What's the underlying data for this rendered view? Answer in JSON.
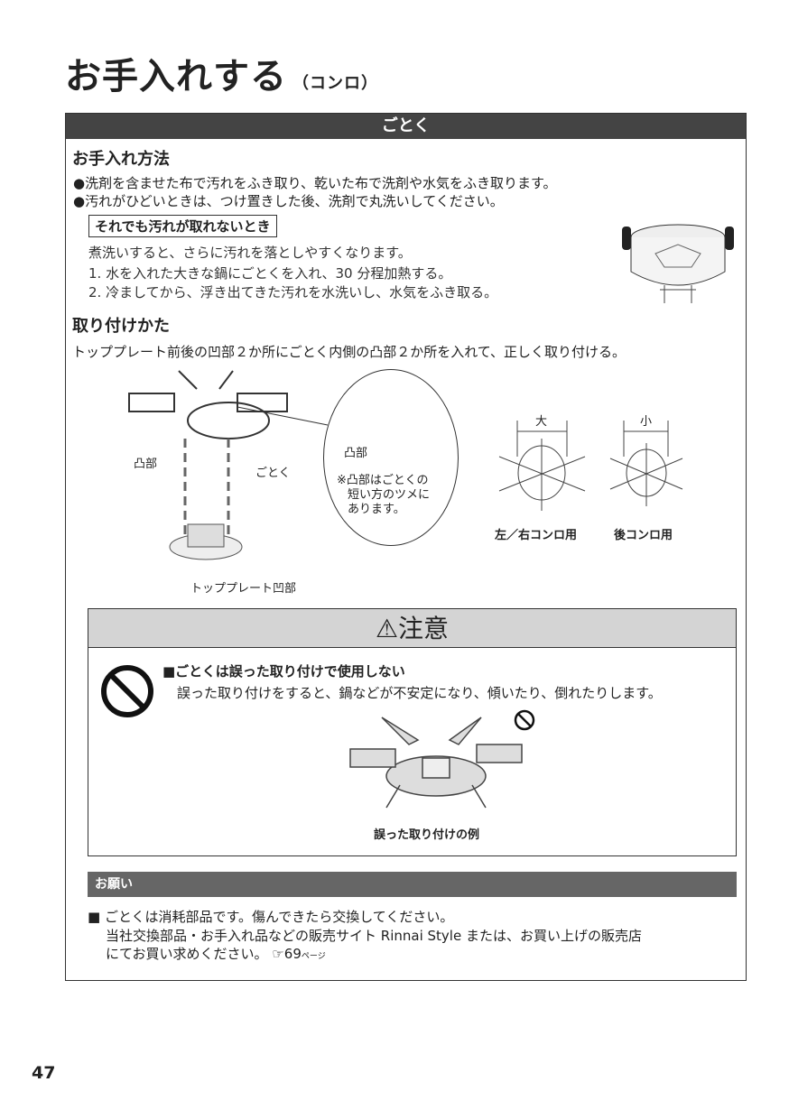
{
  "title": {
    "main": "お手入れする",
    "sub": "（コンロ）"
  },
  "section": {
    "header": "ごとく"
  },
  "care": {
    "heading": "お手入れ方法",
    "bullets": [
      "●洗剤を含ませた布で汚れをふき取り、乾いた布で洗剤や水気をふき取ります。",
      "●汚れがひどいときは、つけ置きした後、洗剤で丸洗いしてください。"
    ],
    "sub_heading": "それでも汚れが取れないとき",
    "sub_text": "煮洗いすると、さらに汚れを落としやすくなります。",
    "steps": [
      "1. 水を入れた大きな鍋にごとくを入れ、30 分程加熱する。",
      "2. 冷ましてから、浮き出てきた汚れを水洗いし、水気をふき取る。"
    ]
  },
  "install": {
    "heading": "取り付けかた",
    "text": "トッププレート前後の凹部２か所にごとく内側の凸部２か所を入れて、正しく取り付ける。",
    "labels": {
      "convex": "凸部",
      "gotoku": "ごとく",
      "top_plate": "トッププレート凹部",
      "zoom_convex": "凸部",
      "note": [
        "※凸部はごとくの",
        "短い方のツメに",
        "あります。"
      ],
      "large": "大",
      "small": "小",
      "left_right": "左／右コンロ用",
      "rear": "後コンロ用"
    }
  },
  "caution": {
    "header": "注意",
    "title": "■ごとくは誤った取り付けで使用しない",
    "text": "誤った取り付けをすると、鍋などが不安定になり、傾いたり、倒れたりします。",
    "caption": "誤った取り付けの例"
  },
  "request": {
    "header": "お願い",
    "lines": [
      "■ ごとくは消耗部品です。傷んできたら交換してください。",
      "当社交換部品・お手入れ品などの販売サイト Rinnai Style または、お買い上げの販売店",
      "にてお買い求めください。"
    ],
    "ref_page": "69",
    "ref_unit": "ページ"
  },
  "page_number": "47"
}
